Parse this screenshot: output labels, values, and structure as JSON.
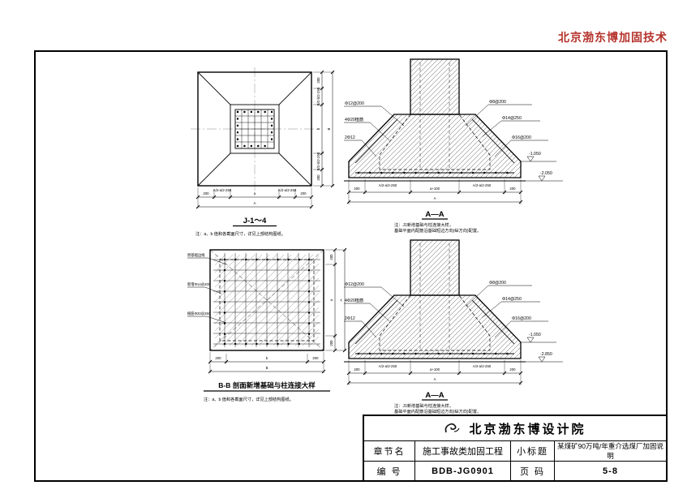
{
  "watermark": "北京渤东博加固技术",
  "plan1": {
    "title": "J-1～4",
    "note": "注：a、b 值和各截面尺寸，详见上部结构图纸。",
    "dims_bottom": [
      "200",
      "A/2-a/2-250",
      "a",
      "A/2-a/2-250",
      "200"
    ],
    "dims_bottom_overall": "A",
    "dims_right": [
      "200",
      "B/2-b/2-250",
      "b",
      "B/2-b/2-250",
      "200"
    ],
    "dims_right_overall": "B"
  },
  "section1": {
    "title": "A—A",
    "notes": [
      "注：J1新增基础与柱连接大样，",
      "基础平面内配筋沿基础短边方向(纵方向)配置。"
    ],
    "callouts_left": [
      "Φ12@200",
      "4Φ20植筋",
      "2Φ12"
    ],
    "callouts_right": [
      "Φ8@200",
      "Φ14@250",
      "Φ16@200"
    ],
    "elevations": [
      "-1.050",
      "-2.050"
    ],
    "dims_bottom": [
      "200",
      "A/2-a/2-250",
      "a+100",
      "A/2-a/2-250",
      "200"
    ],
    "dims_bottom_overall": "A"
  },
  "plan2": {
    "title": "B-B 剖面新增基础与柱连接大样",
    "note": "注：a、b 值和各截面尺寸，详见上部结构图纸。",
    "callouts_left": [
      "原基础边线",
      "新增Φ14@200",
      "植筋Φ20@250"
    ],
    "dims_bottom": [
      "200",
      "b",
      "200"
    ],
    "dims_bottom_overall": "B",
    "dims_right": [
      "200",
      "a",
      "200"
    ],
    "dims_right_overall": "A"
  },
  "section2": {
    "title": "A—A",
    "notes": [
      "注：J1新增基础与柱连接大样，",
      "基础平面内配筋沿基础短边方向(纵方向)配置。"
    ],
    "callouts_left": [
      "Φ12@200",
      "4Φ20植筋",
      "2Φ12"
    ],
    "callouts_right": [
      "Φ8@200",
      "Φ14@250",
      "Φ16@200"
    ],
    "elevations": [
      "-1.050",
      "-2.850"
    ],
    "dims_bottom": [
      "200",
      "A/2-a/2-250",
      "a+100",
      "A/2-a/2-250",
      "200"
    ],
    "dims_bottom_overall": "A"
  },
  "titleblock": {
    "company": "北京渤东博设计院",
    "rows": [
      {
        "l1": "章节名",
        "v1": "施工事故类加固工程",
        "l2": "小标题",
        "v2": "某煤矿90万吨/年重介选煤厂加固说明"
      },
      {
        "l1": "编 号",
        "v1": "BDB-JG0901",
        "l2": "页 码",
        "v2": "5-8"
      }
    ]
  }
}
